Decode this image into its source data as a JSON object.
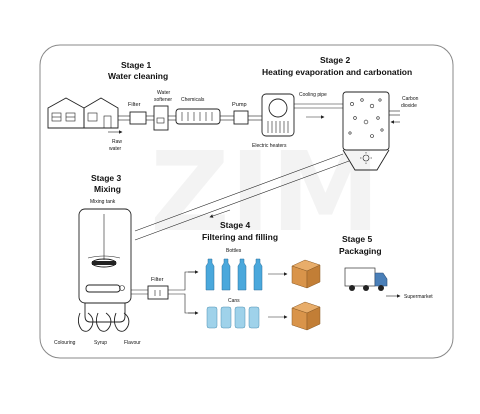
{
  "watermark": "ZIM",
  "stages": [
    {
      "number": "Stage 1",
      "title": "Water cleaning"
    },
    {
      "number": "Stage 2",
      "title": "Heating evaporation and carbonation"
    },
    {
      "number": "Stage 3",
      "title": "Mixing"
    },
    {
      "number": "Stage 4",
      "title": "Filtering and filling"
    },
    {
      "number": "Stage 5",
      "title": "Packaging"
    }
  ],
  "labels": {
    "raw_water": [
      "Raw",
      "water"
    ],
    "filter": "Filter",
    "water_softener": [
      "Water",
      "softener"
    ],
    "chemicals": "Chemicals",
    "pump": "Pump",
    "cooling_pipe": "Cooling pipe",
    "electric_heaters": "Electric heaters",
    "carbon_dioxide": [
      "Carbon",
      "dioxide"
    ],
    "mixing_tank": "Mixing tank",
    "filter2": "Filter",
    "bottles": "Bottles",
    "cans": "Cans",
    "supermarket": "Supermarket",
    "colouring": "Colouring",
    "syrup": "Syrup",
    "flavour": "Flavour"
  },
  "colors": {
    "bottle": "#4aa8dc",
    "can": "#9fd2ea",
    "box": "#d9944a",
    "truck": "#4a7fb8"
  }
}
